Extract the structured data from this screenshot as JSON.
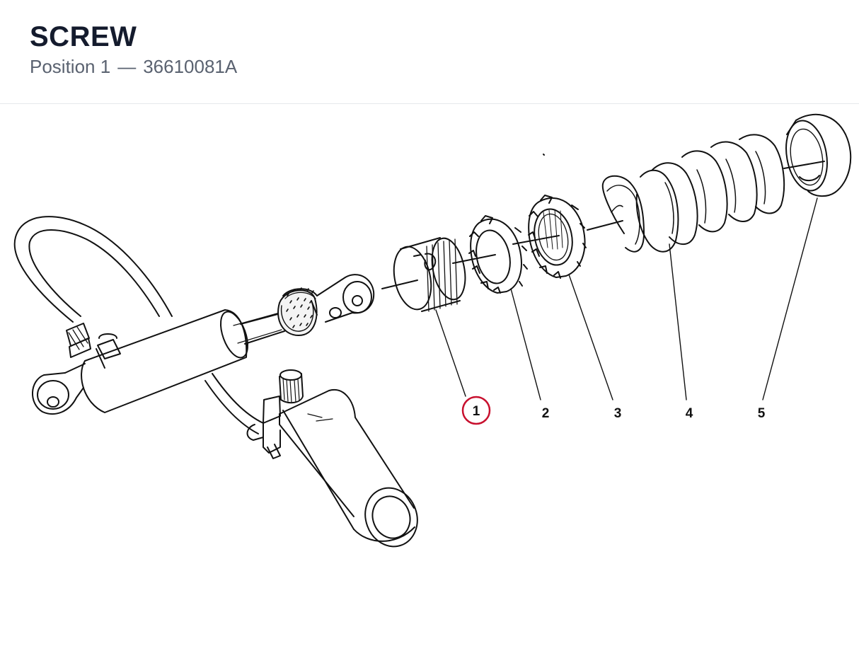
{
  "header": {
    "title": "SCREW",
    "position_label": "Position 1",
    "separator": "—",
    "part_number": "36610081A"
  },
  "diagram": {
    "highlight_color": "#c8102e",
    "callouts": [
      {
        "number": "1",
        "highlighted": true
      },
      {
        "number": "2",
        "highlighted": false
      },
      {
        "number": "3",
        "highlighted": false
      },
      {
        "number": "4",
        "highlighted": false
      },
      {
        "number": "5",
        "highlighted": false
      }
    ]
  }
}
